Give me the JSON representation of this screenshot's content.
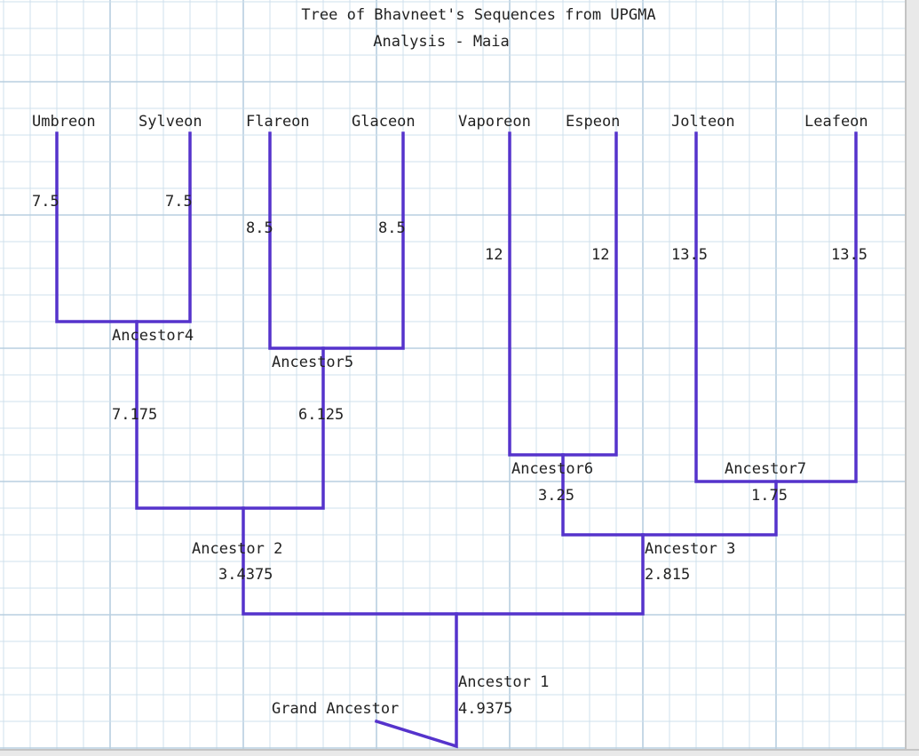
{
  "title": {
    "line1": "Tree of Bhavneet's Sequences from UPGMA",
    "line2": "Analysis - Maia"
  },
  "leaves": {
    "umbreon": "Umbreon",
    "sylveon": "Sylveon",
    "flareon": "Flareon",
    "glaceon": "Glaceon",
    "vaporeon": "Vaporeon",
    "espeon": "Espeon",
    "jolteon": "Jolteon",
    "leafeon": "Leafeon"
  },
  "branch_lengths": {
    "umbreon": "7.5",
    "sylveon": "7.5",
    "flareon": "8.5",
    "glaceon": "8.5",
    "vaporeon": "12",
    "espeon": "12",
    "jolteon": "13.5",
    "leafeon": "13.5",
    "ancestor4": "7.175",
    "ancestor5": "6.125",
    "ancestor6": "3.25",
    "ancestor7": "1.75",
    "ancestor2": "3.4375",
    "ancestor3": "2.815",
    "ancestor1": "4.9375"
  },
  "ancestors": {
    "ancestor4": "Ancestor4",
    "ancestor5": "Ancestor5",
    "ancestor6": "Ancestor6",
    "ancestor7": "Ancestor7",
    "ancestor2": "Ancestor 2",
    "ancestor3": "Ancestor 3",
    "ancestor1": "Ancestor 1",
    "grand": "Grand Ancestor"
  },
  "colors": {
    "branch": "#5533cc",
    "grid": "#cfe0ec"
  }
}
